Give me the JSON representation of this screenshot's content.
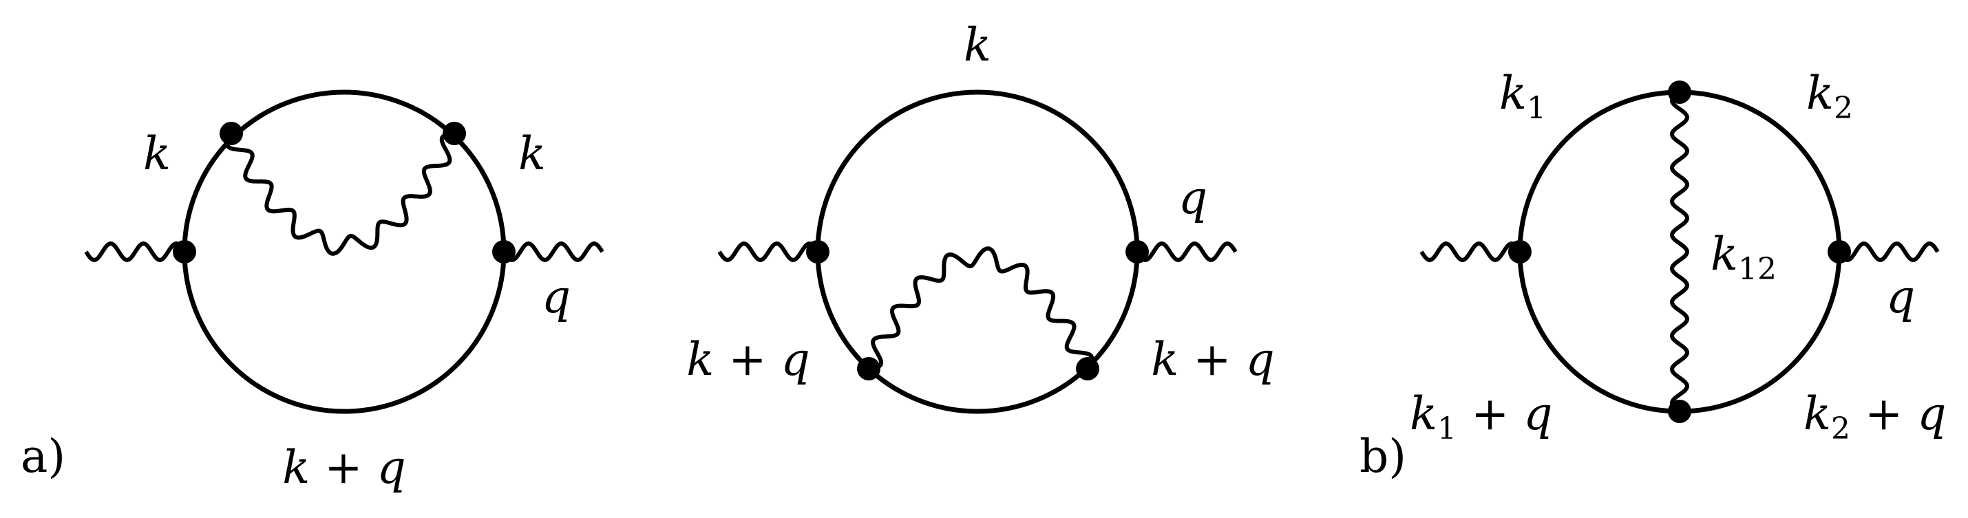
{
  "panels": {
    "a": {
      "tag": "a)",
      "diagram1": {
        "labels": {
          "left_k": "k",
          "right_k": "k",
          "q": "q",
          "bottom_kq": "k + q"
        }
      },
      "diagram2": {
        "labels": {
          "top_k": "k",
          "q": "q",
          "left_kq": "k + q",
          "right_kq": "k + q"
        }
      }
    },
    "b": {
      "tag": "b)",
      "labels": {
        "k1_main": "k",
        "k1_sub": "1",
        "k2_main": "k",
        "k2_sub": "2",
        "k12_main": "k",
        "k12_sub": "12",
        "q": "q",
        "k1q_main": "k",
        "k1q_sub": "1",
        "k1q_rest": " + q",
        "k2q_main": "k",
        "k2q_sub": "2",
        "k2q_rest": " + q"
      }
    }
  },
  "colors": {
    "line": "#000000",
    "background": "#ffffff"
  }
}
